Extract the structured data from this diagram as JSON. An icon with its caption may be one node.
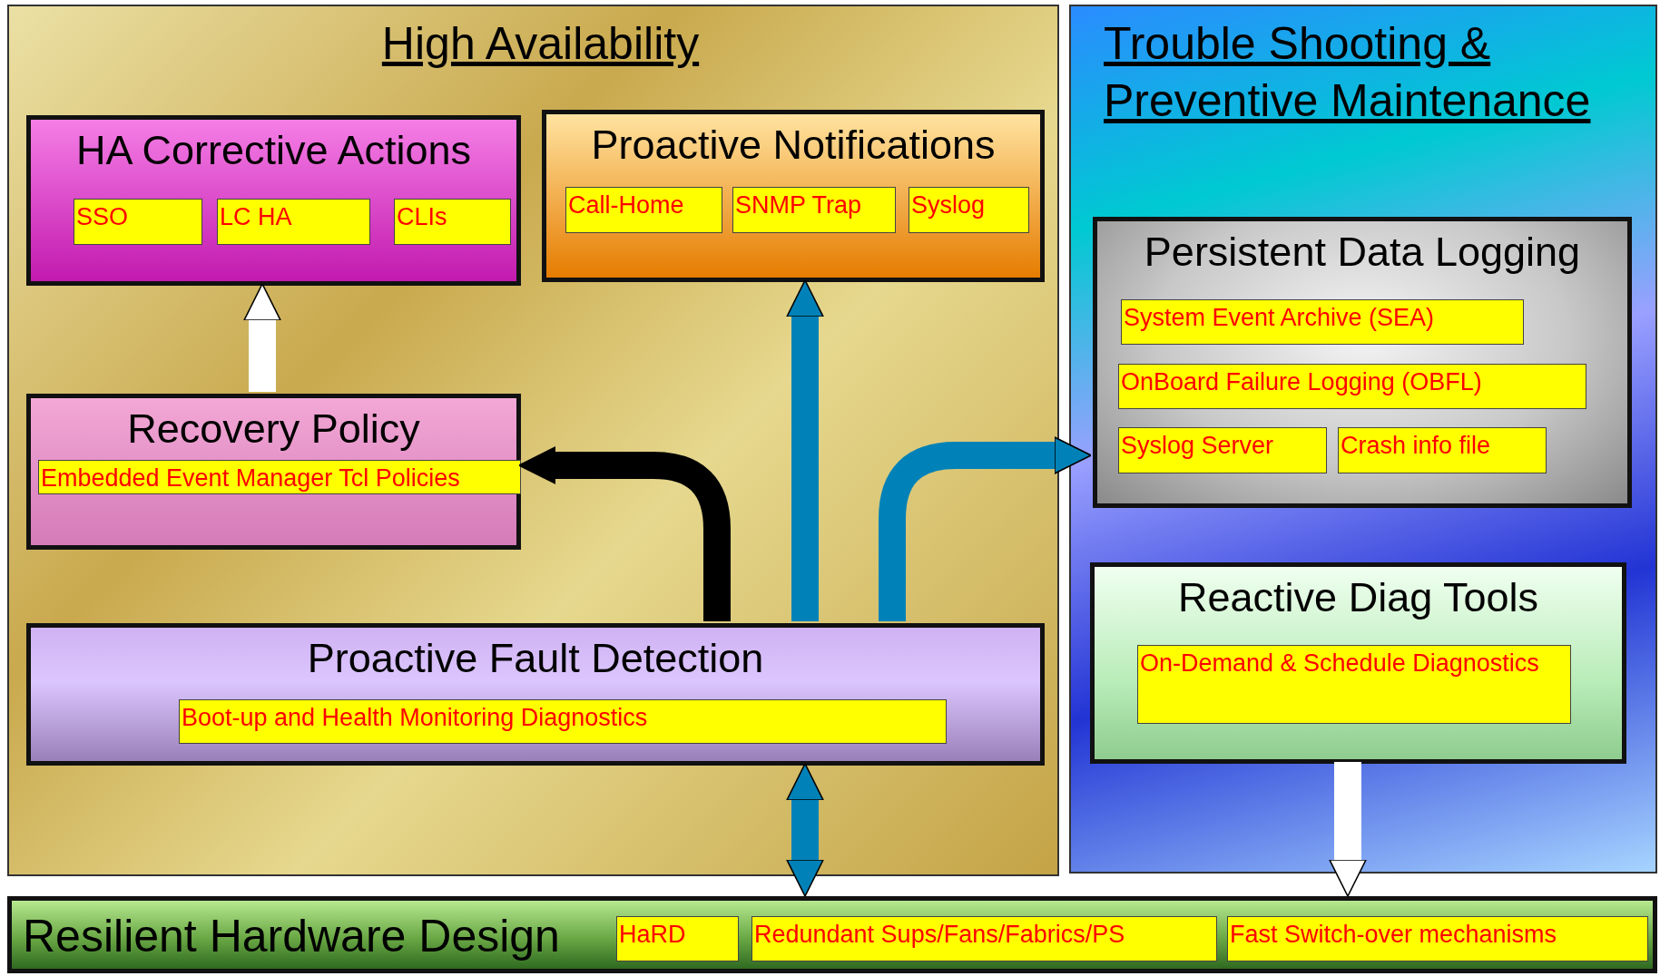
{
  "diagram": {
    "nodes": [
      {
        "text": [
          "High Availability"
        ]
      },
      {
        "text": [
          "HA Corrective Actions"
        ],
        "in": 0
      },
      {
        "text": [
          "SSO"
        ],
        "in": 1
      },
      {
        "text": [
          "LC HA"
        ],
        "in": 1
      },
      {
        "text": [
          "CLIs"
        ],
        "in": 1
      },
      {
        "text": [
          "Proactive Notifications"
        ],
        "in": 0
      },
      {
        "text": [
          "Call-Home"
        ],
        "in": 5
      },
      {
        "text": [
          "SNMP Trap"
        ],
        "in": 5
      },
      {
        "text": [
          "Syslog"
        ],
        "in": 5
      },
      {
        "text": [
          "Recovery Policy"
        ],
        "in": 0
      },
      {
        "text": [
          "Embedded Event Manager Tcl Policies"
        ],
        "in": 9
      },
      {
        "text": [
          "Proactive Fault Detection"
        ],
        "in": 0
      },
      {
        "text": [
          "Boot-up and Health Monitoring Diagnostics"
        ],
        "in": 11
      },
      {
        "text": [
          "Trouble Shooting & Preventive Maintenance"
        ]
      },
      {
        "text": [
          "Persistent Data Logging"
        ],
        "in": 13
      },
      {
        "text": [
          "System Event Archive (SEA)"
        ],
        "in": 14
      },
      {
        "text": [
          "OnBoard Failure Logging (OBFL)"
        ],
        "in": 14
      },
      {
        "text": [
          "Syslog Server"
        ],
        "in": 14
      },
      {
        "text": [
          "Crash info file"
        ],
        "in": 14
      },
      {
        "text": [
          "Reactive Diag Tools"
        ],
        "in": 13
      },
      {
        "text": [
          "On-Demand & Schedule Diagnostics"
        ],
        "in": 19
      },
      {
        "text": [
          "Resilient Hardware Design"
        ]
      },
      {
        "text": [
          "HaRD"
        ],
        "in": 21
      },
      {
        "text": [
          "Redundant Sups/Fans/Fabrics/PS"
        ],
        "in": 21
      },
      {
        "text": [
          "Fast Switch-over mechanisms"
        ],
        "in": 21
      }
    ],
    "edges": [
      {
        "from": 9,
        "to": 1,
        "arrow": "to",
        "color": "#ffffff"
      },
      {
        "from": 11,
        "to": 9,
        "arrow": "to",
        "color": "#000000"
      },
      {
        "from": 11,
        "to": 5,
        "arrow": "to"
      },
      {
        "from": 11,
        "to": 14,
        "arrow": "to"
      },
      {
        "from": 11,
        "to": 21,
        "arrow": "both"
      },
      {
        "from": 19,
        "to": 21,
        "arrow": "to",
        "color": "#ffffff"
      }
    ]
  }
}
